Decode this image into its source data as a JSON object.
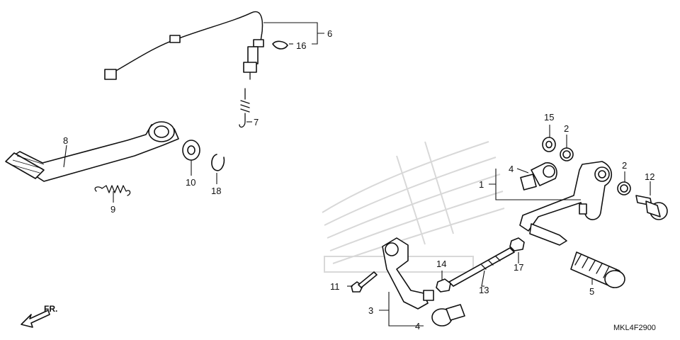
{
  "diagram_code": "MKL4F2900",
  "direction_label": "FR.",
  "callouts": {
    "p1": "1",
    "p2a": "2",
    "p2b": "2",
    "p3": "3",
    "p4a": "4",
    "p4b": "4",
    "p5": "5",
    "p6": "6",
    "p7": "7",
    "p8": "8",
    "p9": "9",
    "p10": "10",
    "p11": "11",
    "p12": "12",
    "p13": "13",
    "p14": "14",
    "p15": "15",
    "p16": "16",
    "p17": "17",
    "p18": "18"
  },
  "colors": {
    "ink": "#111111",
    "watermark": "#d8d8d8",
    "background": "#ffffff"
  }
}
